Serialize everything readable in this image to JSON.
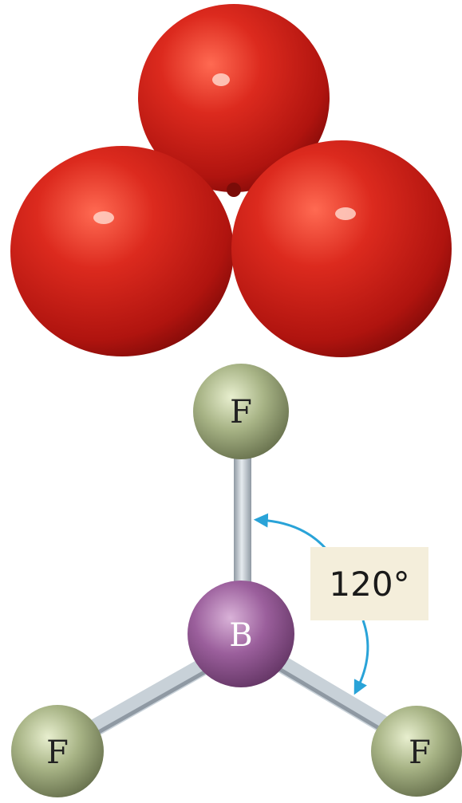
{
  "diagram": {
    "molecule": {
      "central_atom": {
        "label": "B",
        "color": "#9b5f9c"
      },
      "outer_atoms": [
        {
          "label": "F"
        },
        {
          "label": "F"
        },
        {
          "label": "F"
        }
      ],
      "outer_color": "#8a946b",
      "bond_color": "#b9c3cc"
    },
    "angle": {
      "label": "120°",
      "arrow_color": "#29a3d8",
      "box_color": "#f4eedb"
    },
    "balloons": {
      "count": 3,
      "color": "#d1261f"
    }
  }
}
